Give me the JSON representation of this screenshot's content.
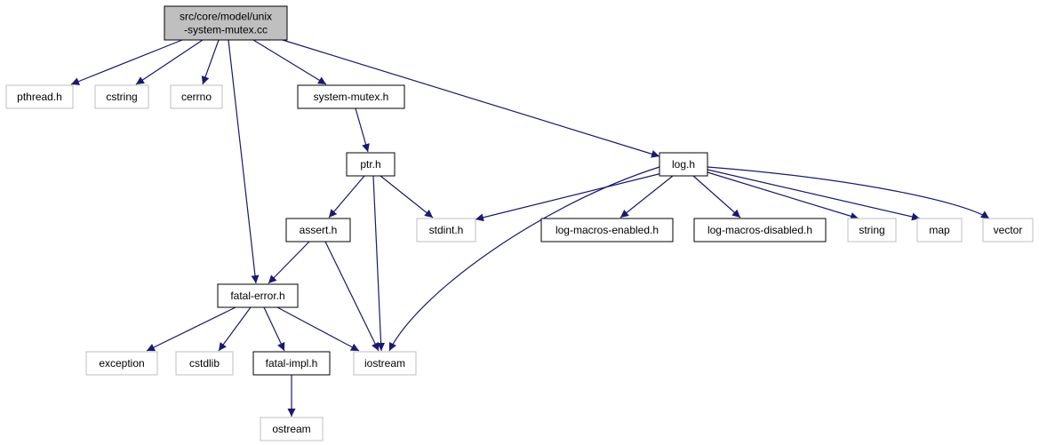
{
  "diagram": {
    "colors": {
      "edge": "#191970",
      "root_fill": "#bfbfbf",
      "root_border": "#000000",
      "internal_border": "#000000",
      "external_border": "#bfbfbf",
      "text": "#000000"
    },
    "nodes": [
      {
        "id": "root",
        "lines": [
          "src/core/model/unix",
          "-system-mutex.cc"
        ],
        "kind": "root"
      },
      {
        "id": "pthread",
        "lines": [
          "pthread.h"
        ],
        "kind": "external"
      },
      {
        "id": "cstring",
        "lines": [
          "cstring"
        ],
        "kind": "external"
      },
      {
        "id": "cerrno",
        "lines": [
          "cerrno"
        ],
        "kind": "external"
      },
      {
        "id": "system_mutex",
        "lines": [
          "system-mutex.h"
        ],
        "kind": "internal"
      },
      {
        "id": "ptr",
        "lines": [
          "ptr.h"
        ],
        "kind": "internal"
      },
      {
        "id": "log",
        "lines": [
          "log.h"
        ],
        "kind": "internal"
      },
      {
        "id": "assert",
        "lines": [
          "assert.h"
        ],
        "kind": "internal"
      },
      {
        "id": "stdint",
        "lines": [
          "stdint.h"
        ],
        "kind": "external"
      },
      {
        "id": "log_macros_enabled",
        "lines": [
          "log-macros-enabled.h"
        ],
        "kind": "internal"
      },
      {
        "id": "log_macros_disabled",
        "lines": [
          "log-macros-disabled.h"
        ],
        "kind": "internal"
      },
      {
        "id": "string",
        "lines": [
          "string"
        ],
        "kind": "external"
      },
      {
        "id": "map",
        "lines": [
          "map"
        ],
        "kind": "external"
      },
      {
        "id": "vector",
        "lines": [
          "vector"
        ],
        "kind": "external"
      },
      {
        "id": "fatal_error",
        "lines": [
          "fatal-error.h"
        ],
        "kind": "internal"
      },
      {
        "id": "exception",
        "lines": [
          "exception"
        ],
        "kind": "external"
      },
      {
        "id": "cstdlib",
        "lines": [
          "cstdlib"
        ],
        "kind": "external"
      },
      {
        "id": "fatal_impl",
        "lines": [
          "fatal-impl.h"
        ],
        "kind": "internal"
      },
      {
        "id": "iostream",
        "lines": [
          "iostream"
        ],
        "kind": "external"
      },
      {
        "id": "ostream",
        "lines": [
          "ostream"
        ],
        "kind": "external"
      }
    ],
    "edges": [
      {
        "from": "root",
        "to": "pthread"
      },
      {
        "from": "root",
        "to": "cstring"
      },
      {
        "from": "root",
        "to": "cerrno"
      },
      {
        "from": "root",
        "to": "system_mutex"
      },
      {
        "from": "root",
        "to": "log"
      },
      {
        "from": "root",
        "to": "fatal_error"
      },
      {
        "from": "system_mutex",
        "to": "ptr"
      },
      {
        "from": "ptr",
        "to": "assert"
      },
      {
        "from": "ptr",
        "to": "stdint"
      },
      {
        "from": "ptr",
        "to": "iostream"
      },
      {
        "from": "assert",
        "to": "fatal_error"
      },
      {
        "from": "assert",
        "to": "iostream"
      },
      {
        "from": "log",
        "to": "stdint"
      },
      {
        "from": "log",
        "to": "iostream"
      },
      {
        "from": "log",
        "to": "log_macros_enabled"
      },
      {
        "from": "log",
        "to": "log_macros_disabled"
      },
      {
        "from": "log",
        "to": "string"
      },
      {
        "from": "log",
        "to": "map"
      },
      {
        "from": "log",
        "to": "vector"
      },
      {
        "from": "fatal_error",
        "to": "exception"
      },
      {
        "from": "fatal_error",
        "to": "cstdlib"
      },
      {
        "from": "fatal_error",
        "to": "fatal_impl"
      },
      {
        "from": "fatal_error",
        "to": "iostream"
      },
      {
        "from": "fatal_impl",
        "to": "ostream"
      }
    ]
  }
}
